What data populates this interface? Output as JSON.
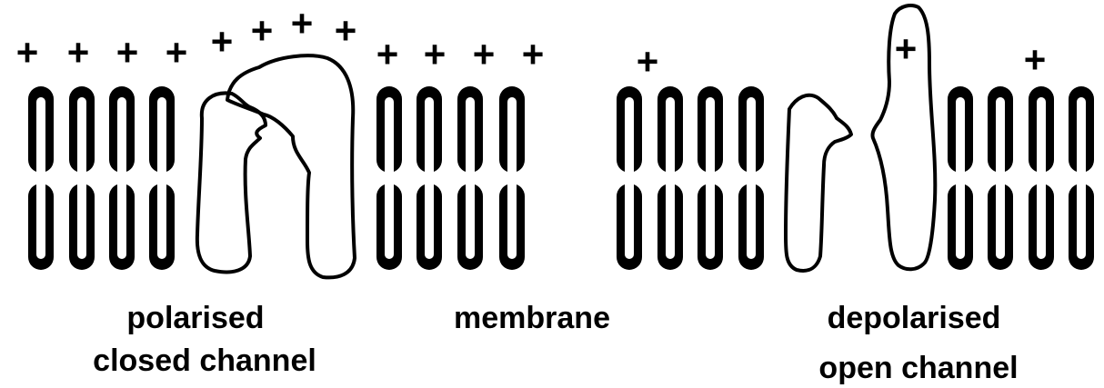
{
  "diagram": {
    "charge_symbol": "+",
    "labels": {
      "left_line1": "polarised",
      "left_line2": "closed channel",
      "middle": "membrane",
      "right_line1": "depolarised",
      "right_line2": "open channel"
    }
  },
  "colors": {
    "ink": "#000000",
    "background": "#ffffff"
  }
}
